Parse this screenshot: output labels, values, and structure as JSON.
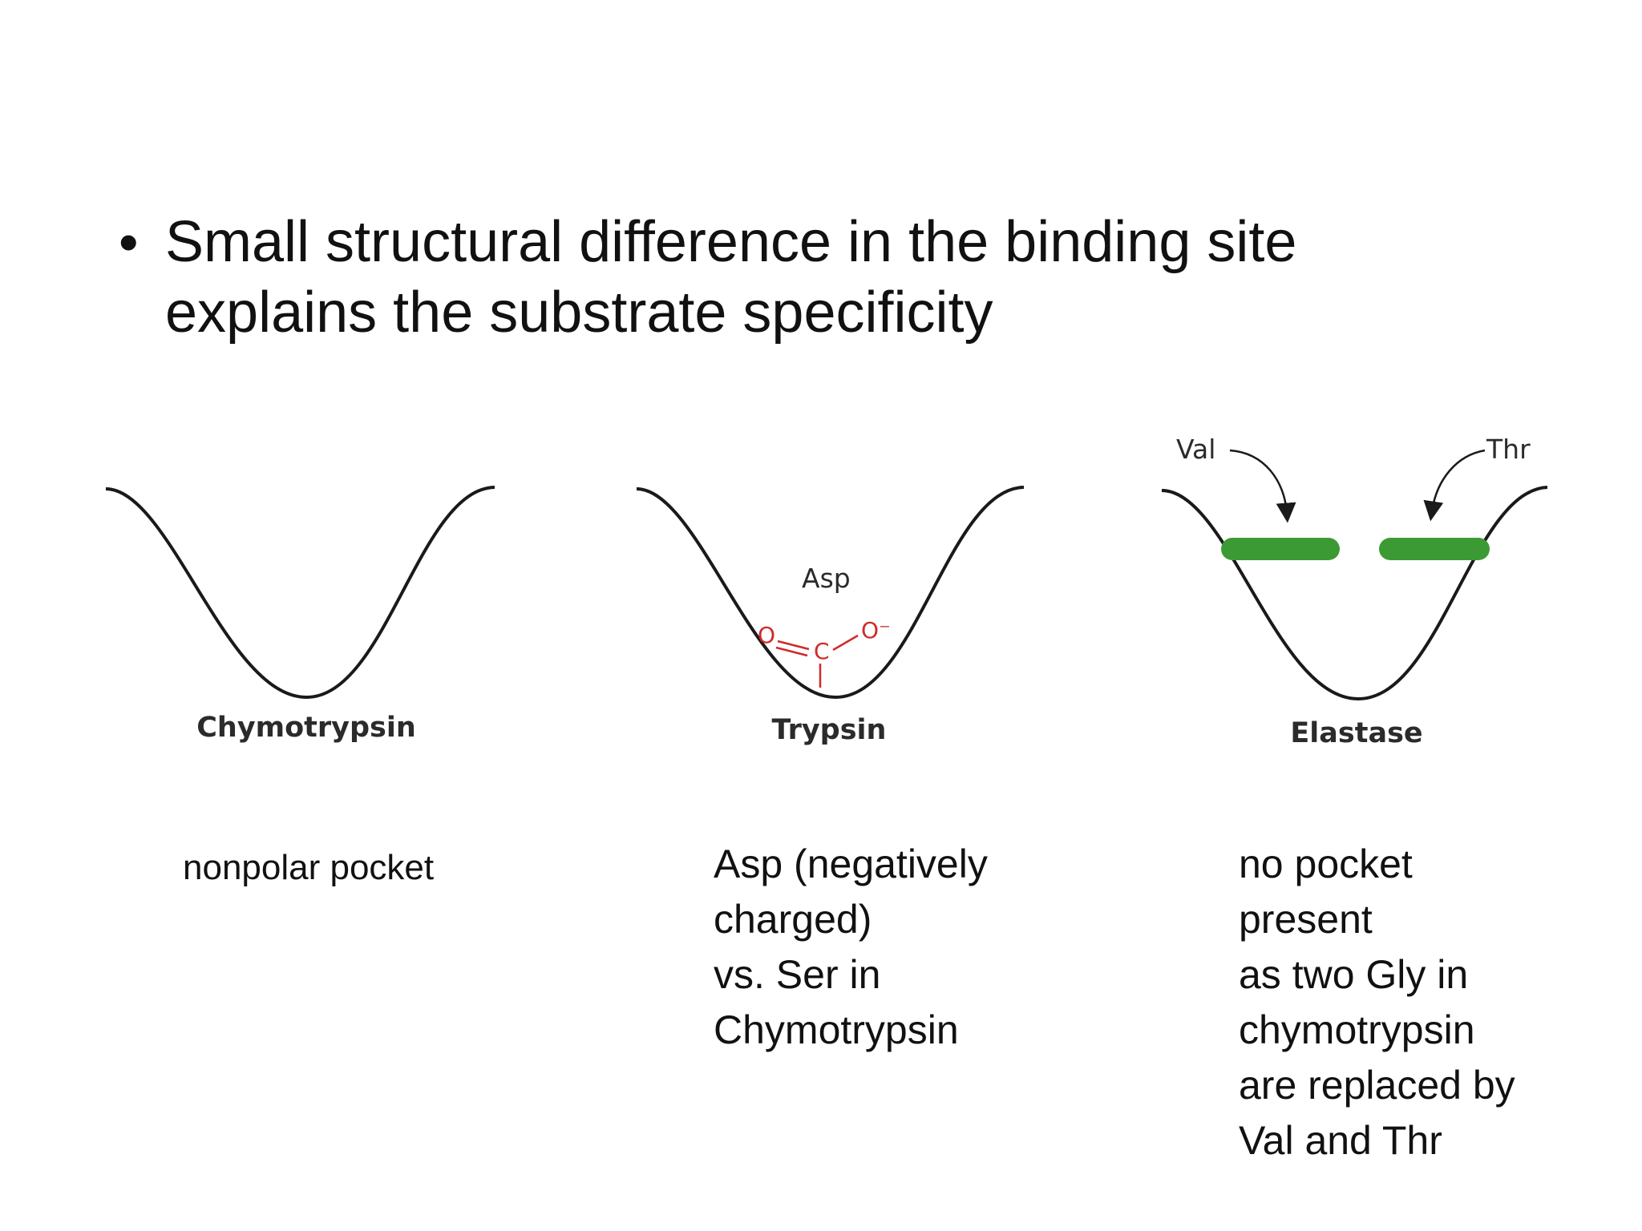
{
  "slide": {
    "bullet_symbol": "•",
    "bullet_text": "Small structural difference in the binding site explains the substrate specificity"
  },
  "figure": {
    "enzymes": [
      {
        "name": "Chymotrypsin"
      },
      {
        "name": "Trypsin",
        "residue_label": "Asp",
        "atom_o_left": "O",
        "atom_c": "C",
        "atom_o_right": "O⁻"
      },
      {
        "name": "Elastase",
        "left_residue": "Val",
        "right_residue": "Thr"
      }
    ],
    "colors": {
      "pocket_line": "#1a1a1a",
      "carboxylate": "#d02a2a",
      "residue_bar": "#3c9a35"
    }
  },
  "captions": [
    {
      "text": "nonpolar pocket"
    },
    {
      "text": "Asp (negatively\ncharged)\nvs. Ser in\nChymotrypsin"
    },
    {
      "text": "no pocket\npresent\nas two Gly in\nchymotrypsin\nare replaced by\nVal and Thr"
    }
  ]
}
